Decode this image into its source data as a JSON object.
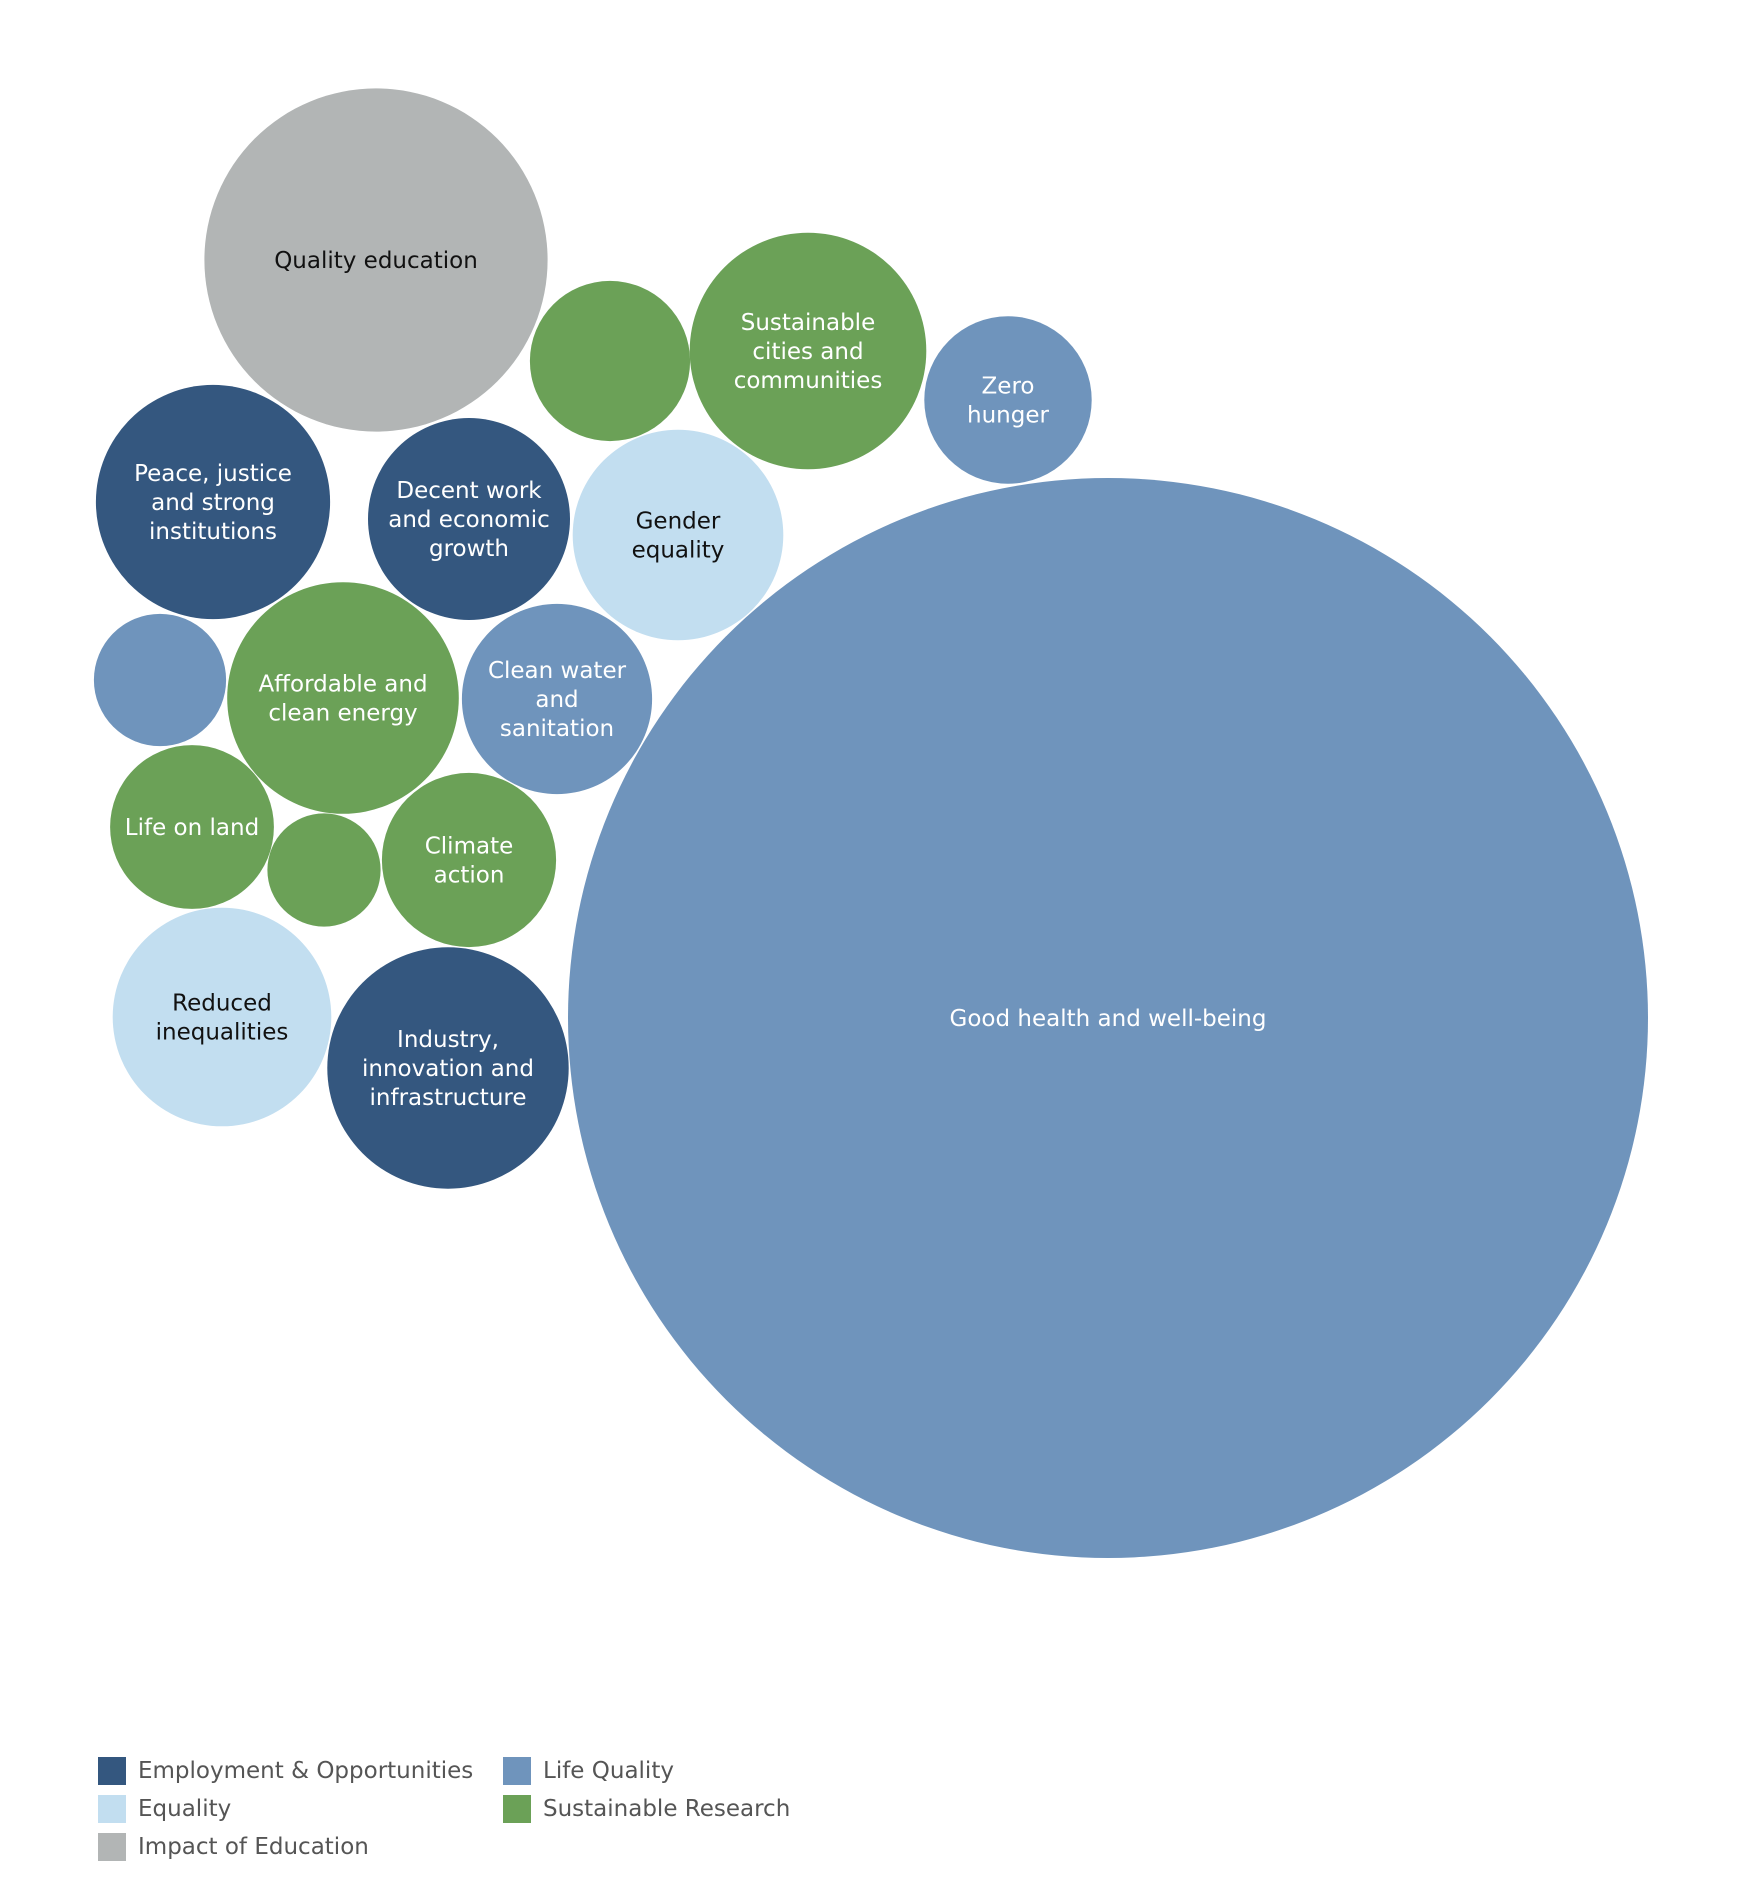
{
  "colors": {
    "employment": "#34577f",
    "life": "#6f94bc",
    "equality": "#c2def0",
    "education": "#b2b5b5",
    "research": "#6ba157"
  },
  "chart_data": {
    "type": "bubble",
    "title": "",
    "bubbles": [
      {
        "label": "Good health and well-being",
        "category": "Life Quality",
        "value": 100
      },
      {
        "label": "Quality education",
        "category": "Impact of Education",
        "value": 10.1
      },
      {
        "label": "Sustainable cities and communities",
        "category": "Sustainable Research",
        "value": 4.8
      },
      {
        "label": "Peace, justice and strong institutions",
        "category": "Employment & Opportunities",
        "value": 4.7
      },
      {
        "label": "Industry, innovation and infrastructure",
        "category": "Employment & Opportunities",
        "value": 5.0
      },
      {
        "label": "Affordable and clean energy",
        "category": "Sustainable Research",
        "value": 4.6
      },
      {
        "label": "Reduced inequalities",
        "category": "Equality",
        "value": 4.1
      },
      {
        "label": "Gender equality",
        "category": "Equality",
        "value": 3.8
      },
      {
        "label": "Decent work and economic growth",
        "category": "Employment & Opportunities",
        "value": 3.5
      },
      {
        "label": "Clean water and sanitation",
        "category": "Life Quality",
        "value": 3.1
      },
      {
        "label": "Zero hunger",
        "category": "Life Quality",
        "value": 2.4
      },
      {
        "label": "Climate action",
        "category": "Sustainable Research",
        "value": 2.6
      },
      {
        "label": "Life on land",
        "category": "Sustainable Research",
        "value": 2.3
      },
      {
        "label": "",
        "category": "Sustainable Research",
        "value": 2.2
      },
      {
        "label": "",
        "category": "Life Quality",
        "value": 1.5
      },
      {
        "label": "",
        "category": "Sustainable Research",
        "value": 1.1
      }
    ]
  },
  "legend": [
    {
      "label": "Employment & Opportunities",
      "color": "#34577f"
    },
    {
      "label": "Equality",
      "color": "#c2def0"
    },
    {
      "label": "Impact of Education",
      "color": "#b2b5b5"
    },
    {
      "label": "Life Quality",
      "color": "#6f94bc"
    },
    {
      "label": "Sustainable Research",
      "color": "#6ba157"
    }
  ]
}
